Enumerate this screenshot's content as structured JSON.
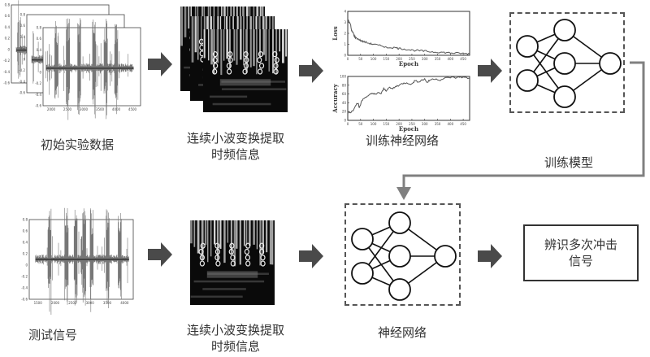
{
  "flow": {
    "top_row": {
      "raw_data_label": "初始实验数据",
      "cwt_label_line1": "连续小波变换提取",
      "cwt_label_line2": "时频信息",
      "train_nn_label": "训练神经网络",
      "trained_model_label": "训练模型"
    },
    "bottom_row": {
      "test_signal_label": "测试信号",
      "cwt_label_line1": "连续小波变换提取",
      "cwt_label_line2": "时频信息",
      "nn_label": "神经网络",
      "result_line1": "辨识多次冲击",
      "result_line2": "信号"
    }
  },
  "signal_plots": {
    "stack_y_ticks": [
      "0.8",
      "0.6",
      "0.4",
      "0.2",
      "0",
      "-0.2",
      "-0.4",
      "-0.6"
    ],
    "stack_x_ticks_front": [
      "2000",
      "2500",
      "3000",
      "3500",
      "4000",
      "4500"
    ],
    "test_y_ticks": [
      "0.8",
      "0.6",
      "0.4",
      "0.2",
      "0",
      "-0.2",
      "-0.4",
      "-0.6"
    ],
    "test_x_ticks": [
      "1500",
      "2000",
      "2500",
      "3000",
      "3500",
      "4000"
    ]
  },
  "training_charts": {
    "loss": {
      "ylabel": "Loss",
      "xlabel": "Epoch",
      "y_ticks": [
        "4",
        "3",
        "2",
        "1",
        "0"
      ],
      "x_ticks": [
        "0",
        "50",
        "100",
        "150",
        "200",
        "250",
        "300",
        "350",
        "400",
        "450"
      ],
      "ylim": [
        0,
        4
      ],
      "xlim": [
        0,
        475
      ],
      "points": [
        [
          0,
          3.3
        ],
        [
          5,
          3.0
        ],
        [
          10,
          2.9
        ],
        [
          15,
          2.2
        ],
        [
          20,
          2.1
        ],
        [
          25,
          1.8
        ],
        [
          30,
          1.6
        ],
        [
          40,
          1.5
        ],
        [
          50,
          1.35
        ],
        [
          60,
          1.25
        ],
        [
          75,
          1.15
        ],
        [
          90,
          1.05
        ],
        [
          100,
          1.0
        ],
        [
          120,
          0.9
        ],
        [
          140,
          0.82
        ],
        [
          150,
          0.7
        ],
        [
          170,
          0.72
        ],
        [
          190,
          0.68
        ],
        [
          200,
          0.62
        ],
        [
          220,
          0.58
        ],
        [
          240,
          0.5
        ],
        [
          260,
          0.45
        ],
        [
          280,
          0.42
        ],
        [
          300,
          0.38
        ],
        [
          320,
          0.33
        ],
        [
          340,
          0.3
        ],
        [
          360,
          0.28
        ],
        [
          380,
          0.25
        ],
        [
          400,
          0.22
        ],
        [
          420,
          0.2
        ],
        [
          440,
          0.18
        ],
        [
          460,
          0.15
        ],
        [
          475,
          0.14
        ]
      ]
    },
    "accuracy": {
      "ylabel": "Accuracy",
      "xlabel": "Epoch",
      "y_ticks": [
        "100",
        "80",
        "60",
        "40",
        "20",
        "0"
      ],
      "x_ticks": [
        "0",
        "50",
        "100",
        "150",
        "200",
        "250",
        "300",
        "350",
        "400",
        "450"
      ],
      "ylim": [
        0,
        100
      ],
      "xlim": [
        0,
        475
      ],
      "points": [
        [
          0,
          20
        ],
        [
          10,
          18
        ],
        [
          20,
          22
        ],
        [
          30,
          35
        ],
        [
          40,
          40
        ],
        [
          45,
          28
        ],
        [
          55,
          45
        ],
        [
          65,
          52
        ],
        [
          80,
          55
        ],
        [
          90,
          60
        ],
        [
          100,
          62
        ],
        [
          110,
          58
        ],
        [
          120,
          64
        ],
        [
          130,
          60
        ],
        [
          140,
          72
        ],
        [
          150,
          68
        ],
        [
          160,
          74
        ],
        [
          175,
          72
        ],
        [
          190,
          78
        ],
        [
          200,
          80
        ],
        [
          215,
          84
        ],
        [
          230,
          86
        ],
        [
          250,
          82
        ],
        [
          260,
          90
        ],
        [
          275,
          88
        ],
        [
          290,
          92
        ],
        [
          300,
          94
        ],
        [
          310,
          86
        ],
        [
          320,
          92
        ],
        [
          340,
          95
        ],
        [
          360,
          92
        ],
        [
          380,
          96
        ],
        [
          400,
          98
        ],
        [
          420,
          97
        ],
        [
          440,
          99
        ],
        [
          460,
          97
        ],
        [
          475,
          96
        ]
      ]
    }
  },
  "network": {
    "inputs": 2,
    "hidden": 3,
    "outputs": 1
  },
  "colors": {
    "arrow": "#4a4a4a",
    "feedback_line": "#808080",
    "border": "#333333",
    "dashed_border": "#555555"
  }
}
